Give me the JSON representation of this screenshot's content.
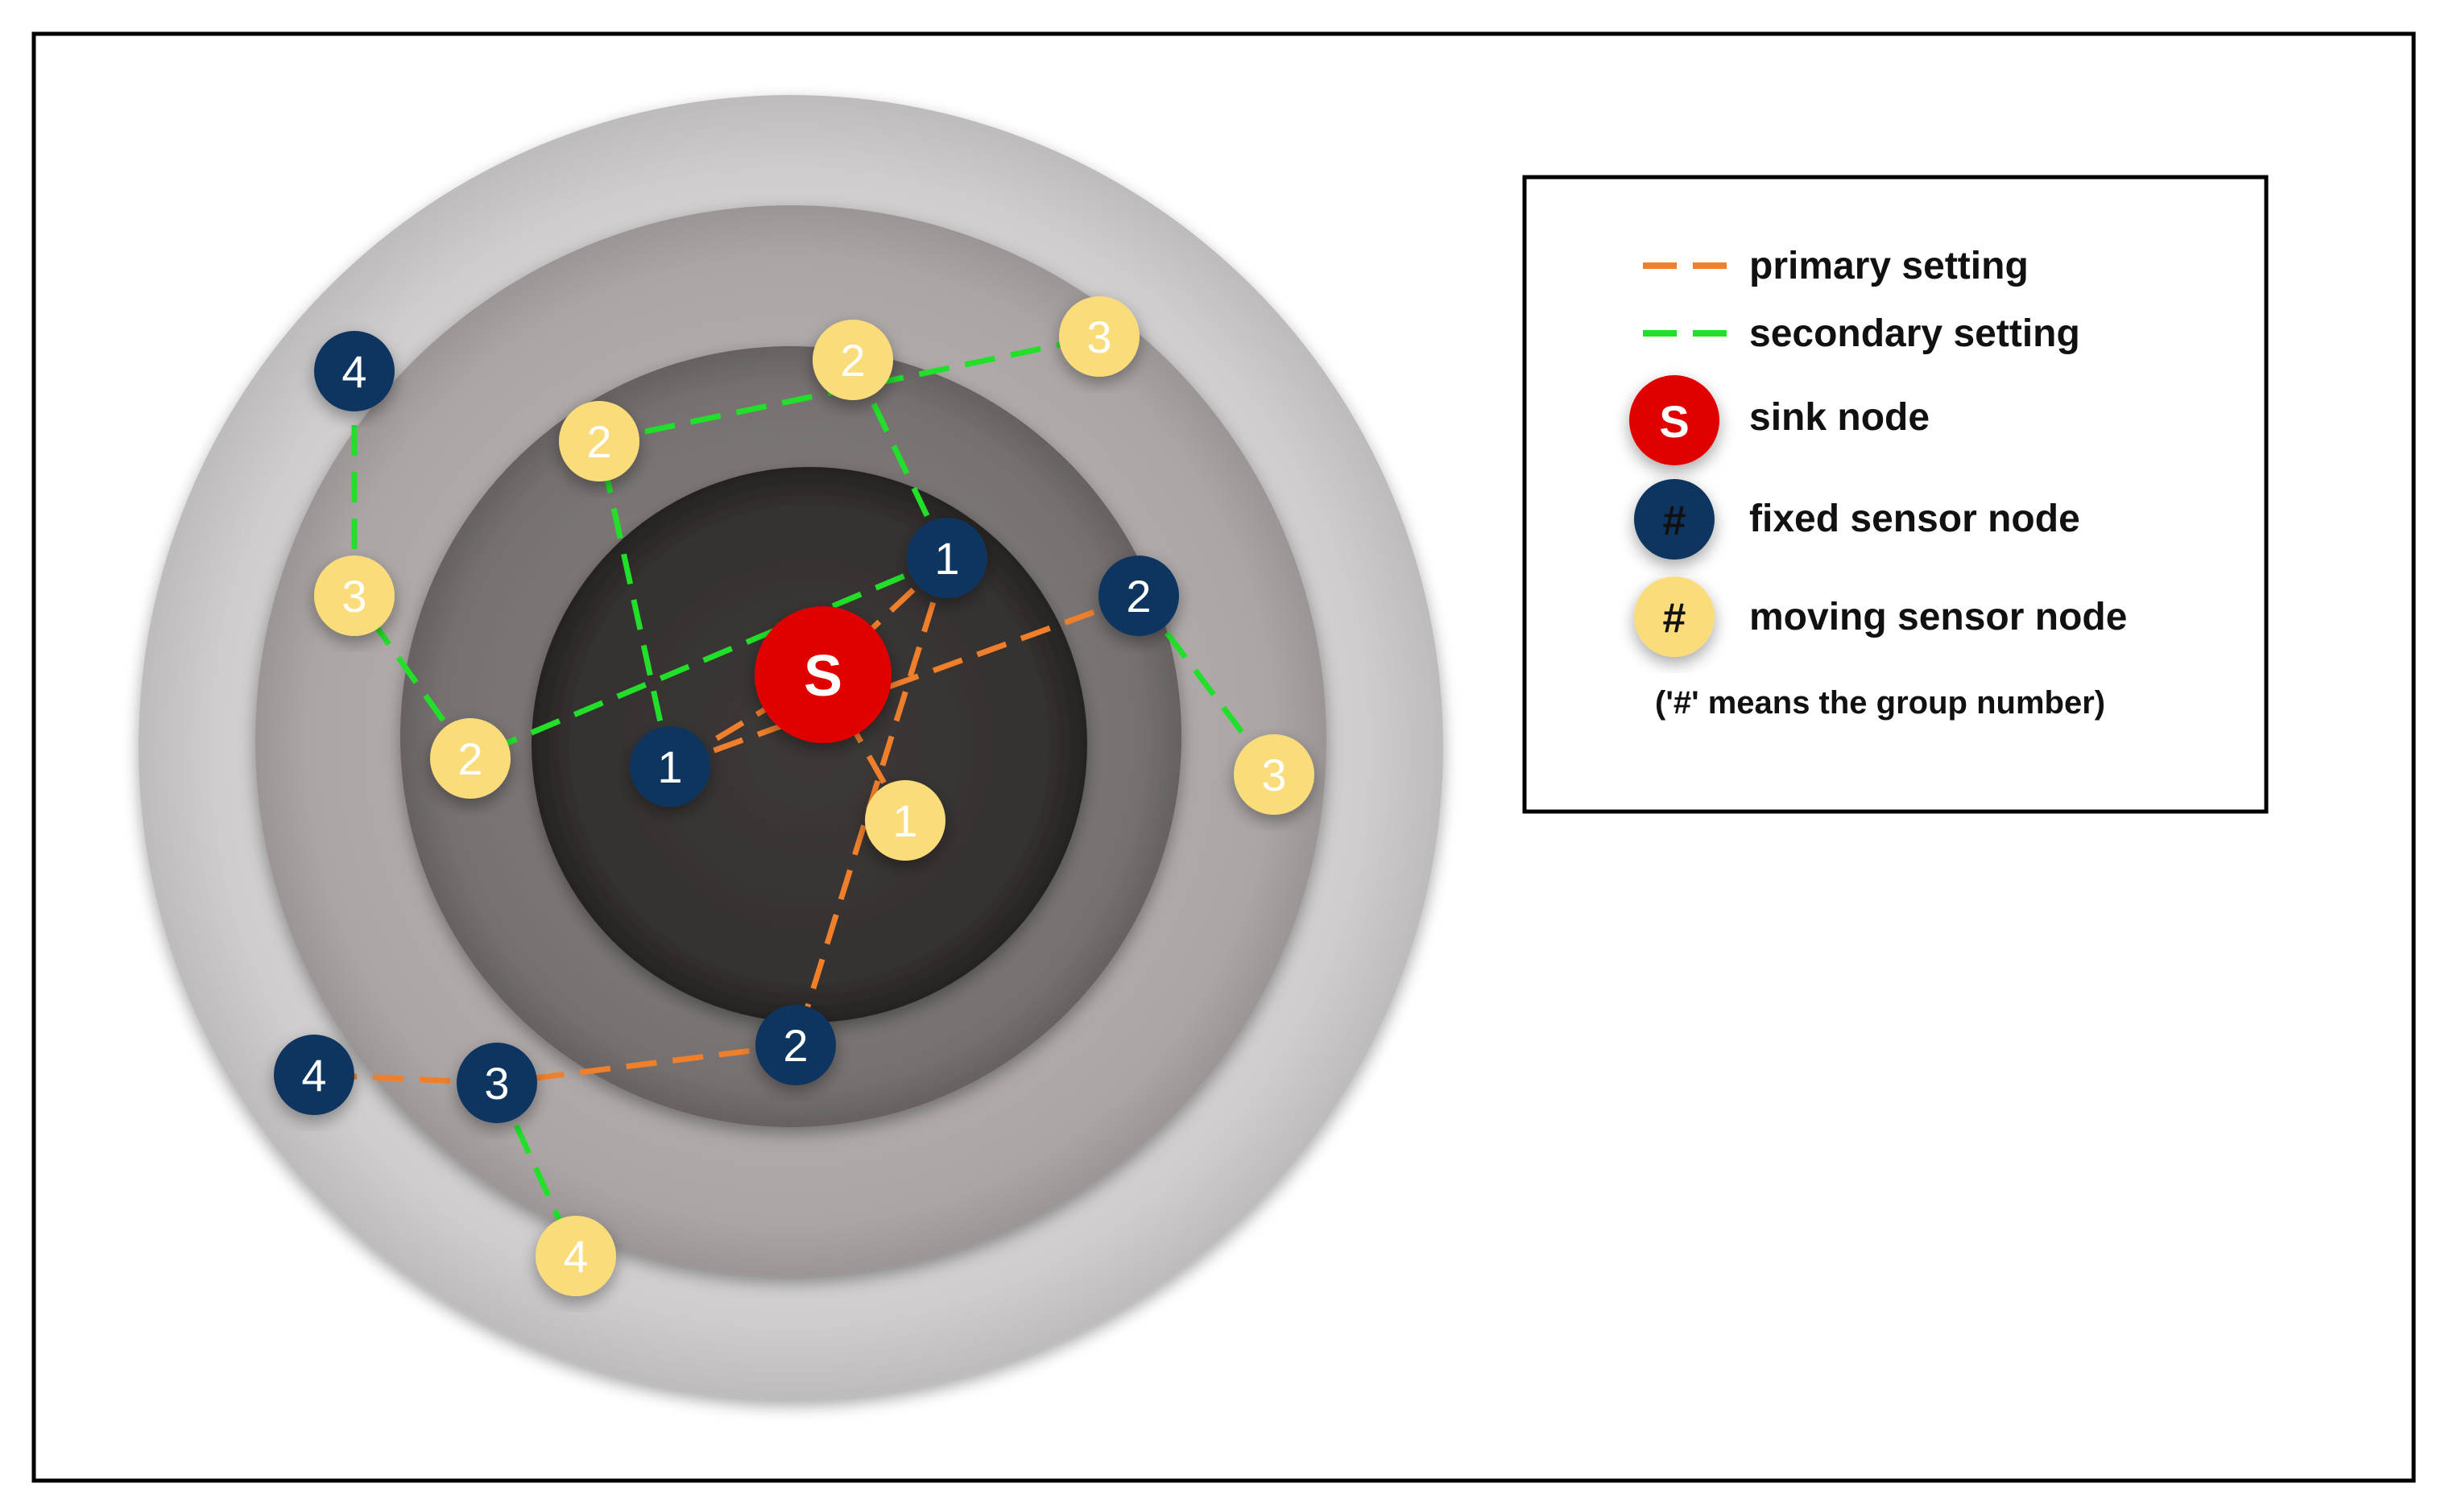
{
  "colors": {
    "primary_link": "#f07f2c",
    "secondary_link": "#22e02a",
    "sink": "#e00000",
    "fixed": "#0e3560",
    "moving": "#fadc7a"
  },
  "sink": {
    "label": "S"
  },
  "nodes": [
    {
      "id": "f1a",
      "kind": "fixed",
      "label": "1"
    },
    {
      "id": "f1b",
      "kind": "fixed",
      "label": "1"
    },
    {
      "id": "f2a",
      "kind": "fixed",
      "label": "2"
    },
    {
      "id": "f2b",
      "kind": "fixed",
      "label": "2"
    },
    {
      "id": "f3",
      "kind": "fixed",
      "label": "3"
    },
    {
      "id": "f4a",
      "kind": "fixed",
      "label": "4"
    },
    {
      "id": "f4b",
      "kind": "fixed",
      "label": "4"
    },
    {
      "id": "m1",
      "kind": "moving",
      "label": "1"
    },
    {
      "id": "m2a",
      "kind": "moving",
      "label": "2"
    },
    {
      "id": "m2b",
      "kind": "moving",
      "label": "2"
    },
    {
      "id": "m2c",
      "kind": "moving",
      "label": "2"
    },
    {
      "id": "m3a",
      "kind": "moving",
      "label": "3"
    },
    {
      "id": "m3b",
      "kind": "moving",
      "label": "3"
    },
    {
      "id": "m3c",
      "kind": "moving",
      "label": "3"
    },
    {
      "id": "m4",
      "kind": "moving",
      "label": "4"
    }
  ],
  "links": [
    {
      "from": "S",
      "to": "f1b",
      "type": "primary"
    },
    {
      "from": "S",
      "to": "f1a",
      "type": "primary"
    },
    {
      "from": "S",
      "to": "m1",
      "type": "primary"
    },
    {
      "from": "f1b",
      "to": "f2b",
      "type": "primary"
    },
    {
      "from": "f1a",
      "to": "f2a",
      "type": "primary"
    },
    {
      "from": "f2a",
      "to": "f3",
      "type": "primary"
    },
    {
      "from": "f3",
      "to": "f4b",
      "type": "primary"
    },
    {
      "from": "f1b",
      "to": "m2c",
      "type": "secondary"
    },
    {
      "from": "m2c",
      "to": "m3b",
      "type": "secondary"
    },
    {
      "from": "f2b",
      "to": "m3c",
      "type": "secondary"
    },
    {
      "from": "f1a",
      "to": "m2a",
      "type": "secondary"
    },
    {
      "from": "f1a",
      "to": "m2b",
      "type": "secondary"
    },
    {
      "from": "m2a",
      "to": "m3a",
      "type": "secondary"
    },
    {
      "from": "m3a",
      "to": "f4a",
      "type": "secondary"
    },
    {
      "from": "f3",
      "to": "m4",
      "type": "secondary"
    }
  ],
  "legend": {
    "primary": "primary setting",
    "secondary": "secondary setting",
    "sink_symbol": "S",
    "sink": "sink node",
    "fixed_symbol": "#",
    "fixed": "fixed sensor node",
    "moving_symbol": "#",
    "moving": "moving sensor node",
    "note": "('#' means the group number)"
  }
}
